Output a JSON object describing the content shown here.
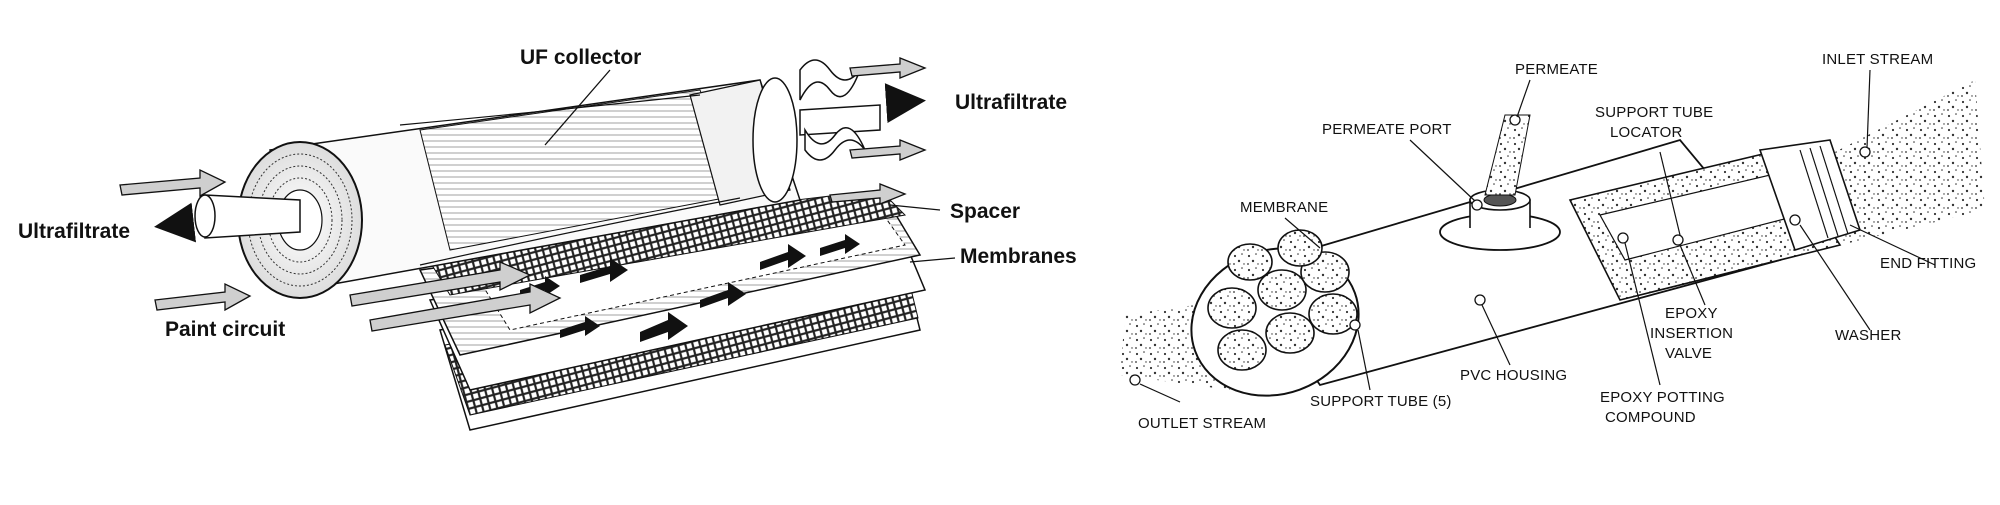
{
  "left_diagram": {
    "labels": {
      "uf_collector": "UF collector",
      "ultrafiltrate_top": "Ultrafiltrate",
      "spacer": "Spacer",
      "membranes": "Membranes",
      "ultrafiltrate_left": "Ultrafiltrate",
      "paint_circuit": "Paint circuit"
    }
  },
  "right_diagram": {
    "labels": {
      "permeate": "PERMEATE",
      "inlet_stream": "INLET STREAM",
      "permeate_port": "PERMEATE PORT",
      "support_tube_locator_1": "SUPPORT TUBE",
      "support_tube_locator_2": "LOCATOR",
      "membrane": "MEMBRANE",
      "end_fitting": "END FITTING",
      "epoxy_insertion_1": "EPOXY",
      "epoxy_insertion_2": "INSERTION",
      "epoxy_insertion_3": "VALVE",
      "washer": "WASHER",
      "pvc_housing": "PVC HOUSING",
      "epoxy_potting_1": "EPOXY POTTING",
      "epoxy_potting_2": "COMPOUND",
      "support_tube": "SUPPORT TUBE (5)",
      "outlet_stream": "OUTLET STREAM"
    }
  }
}
